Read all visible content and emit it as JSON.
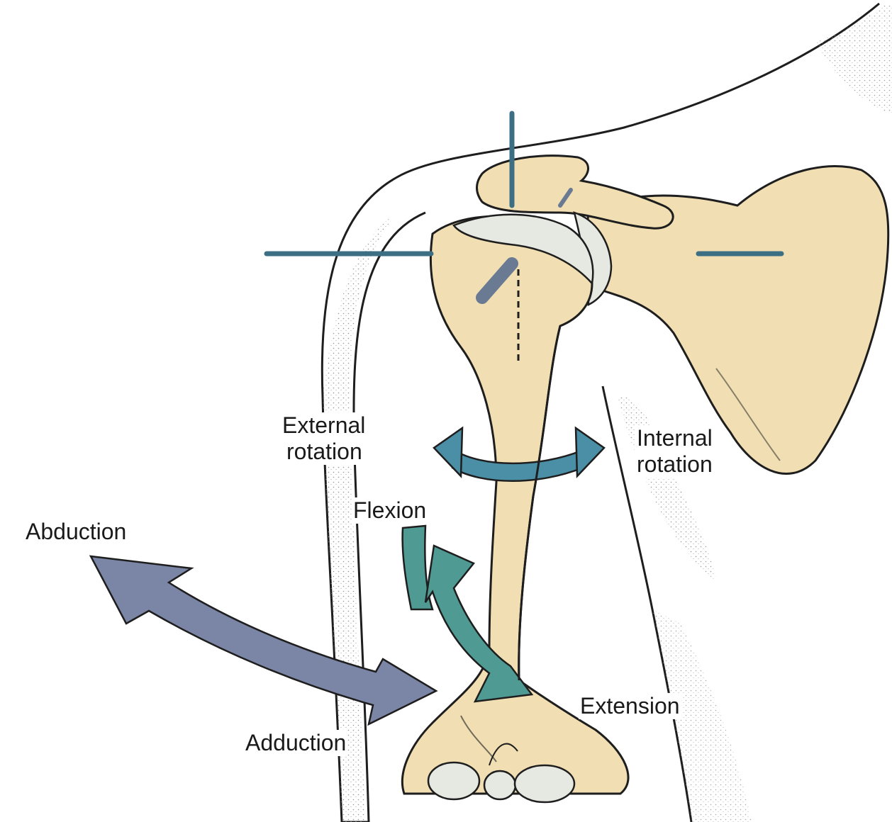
{
  "labels": {
    "external_rotation": [
      "External",
      "rotation"
    ],
    "internal_rotation": [
      "Internal",
      "rotation"
    ],
    "flexion": "Flexion",
    "abduction": "Abduction",
    "extension": "Extension",
    "adduction": "Adduction"
  },
  "colors": {
    "bone": "#f1dfb3",
    "bone_outline": "#1e1e1e",
    "cartilage": "#e6e8e2",
    "skin_shading": "#9a9a9a",
    "axis_pin": "#3d6f84",
    "rotation_arrow": "#4b8fa6",
    "flexion_arrow": "#4f9b93",
    "abduction_arrow": "#7b85a5"
  }
}
